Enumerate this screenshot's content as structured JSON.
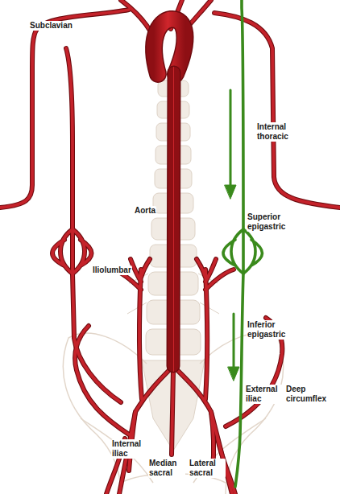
{
  "diagram": {
    "labels": [
      "Subclavian",
      "Internal thoracic",
      "Superior epigastric",
      "Aorta",
      "Iliolumbar",
      "Inferior epigastric",
      "External iliac",
      "Deep circumflex",
      "Internal iliac",
      "Median sacral",
      "Lateral sacral"
    ]
  }
}
